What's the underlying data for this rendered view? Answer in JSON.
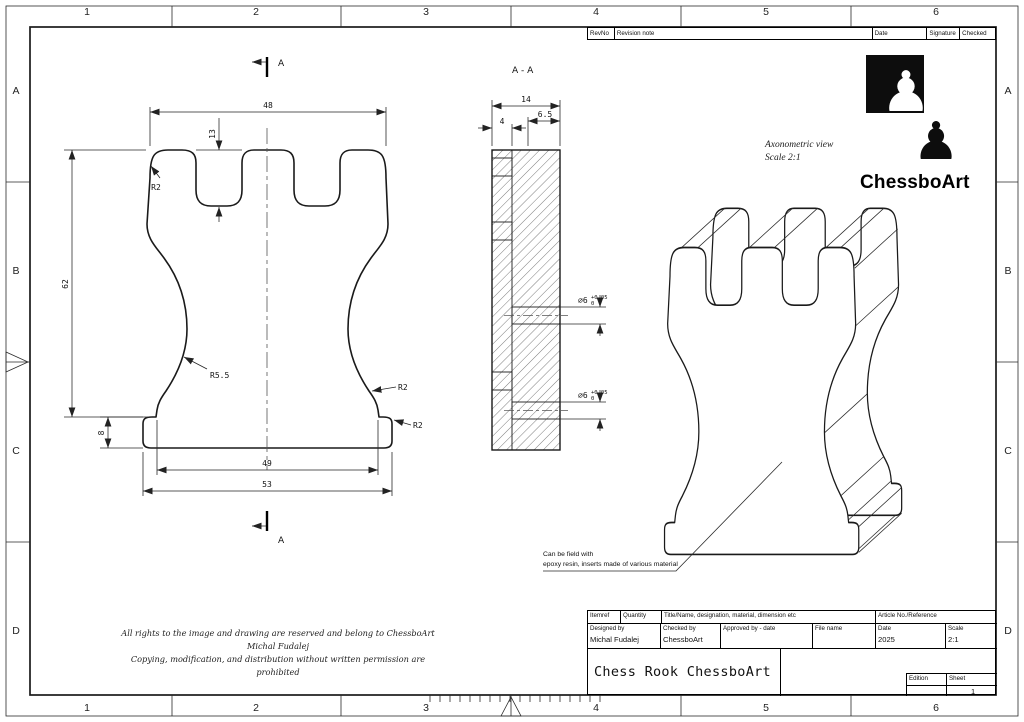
{
  "sheet": {
    "columns": [
      "1",
      "2",
      "3",
      "4",
      "5",
      "6"
    ],
    "rows": [
      "A",
      "B",
      "C",
      "D"
    ]
  },
  "revision_table": {
    "rev_no": "RevNo",
    "note": "Revision note",
    "date": "Date",
    "signature": "Signature",
    "checked": "Checked"
  },
  "logo": {
    "brand": "ChessboArt",
    "pawn": "♟"
  },
  "front_view": {
    "dim_top_width": "48",
    "dim_merlon": "13",
    "dim_height": "62",
    "dim_base_height": "8",
    "dim_base_top": "49",
    "dim_base_width": "53",
    "r_top_left": "R2",
    "r_flare": "R5.5",
    "r_mid_right": "R2",
    "r_base_right": "R2",
    "cut_label_top": "A",
    "cut_label_bottom": "A"
  },
  "section_view": {
    "title": "A - A",
    "dim_thickness": "14",
    "dim_front": "4",
    "dim_pocket": "6.5",
    "hole_dim": "⌀6",
    "hole_tol_up": "+0.05",
    "hole_tol_dn": "0"
  },
  "axon_view": {
    "label": "Axonometric view",
    "scale": "Scale 2:1"
  },
  "note": {
    "line1": "Can be field with",
    "line2": "epoxy resin, inserts made of various material"
  },
  "copyright": {
    "line1": "All rights to the image and drawing are reserved and belong to ChessboArt Michal Fudalej",
    "line2": "Copying, modification, and distribution without written permission are prohibited"
  },
  "title_block": {
    "itemref": "Itemref",
    "quantity": "Quantity",
    "title_name": "Title/Name, designation, material, dimension etc",
    "article_no": "Article No./Reference",
    "designed_by": "Designed by",
    "checked_by": "Checked by",
    "approved_by": "Approved by - date",
    "file_name": "File name",
    "date": "Date",
    "scale": "Scale",
    "designed_by_value": "Michal Fudalej",
    "checked_by_value": "ChessboArt",
    "date_value": "2025",
    "scale_value": "2:1",
    "drawing_title": "Chess Rook ChessboArt",
    "edition": "Edition",
    "sheet": "Sheet",
    "sheet_value": "1"
  }
}
